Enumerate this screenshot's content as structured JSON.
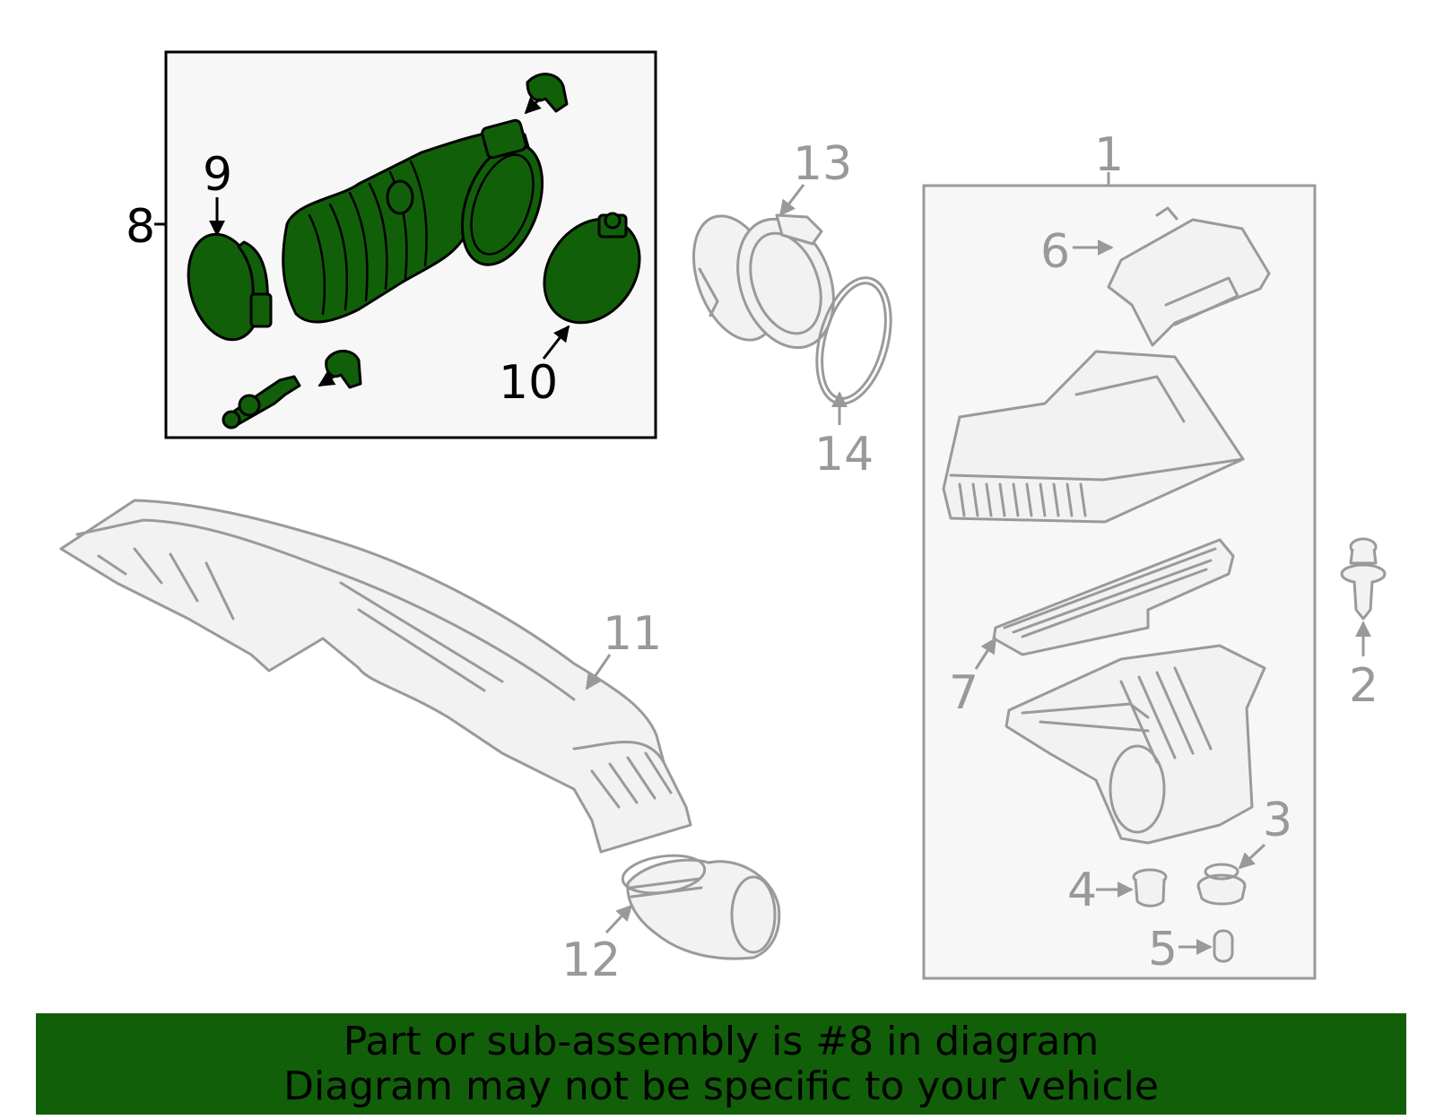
{
  "colors": {
    "highlight": "#125f0a",
    "banner_background": "#125f0a",
    "inactive_part": "#9a9a9a",
    "active_outline": "#000000"
  },
  "callouts": {
    "c1": "1",
    "c2": "2",
    "c3": "3",
    "c4": "4",
    "c5": "5",
    "c6": "6",
    "c7": "7",
    "c8": "8",
    "c9": "9",
    "c10": "10",
    "c11": "11",
    "c12": "12",
    "c13": "13",
    "c14": "14"
  },
  "banner": {
    "line1": "Part or sub-assembly is #8 in diagram",
    "line2": "Diagram may not be specific to your vehicle"
  }
}
